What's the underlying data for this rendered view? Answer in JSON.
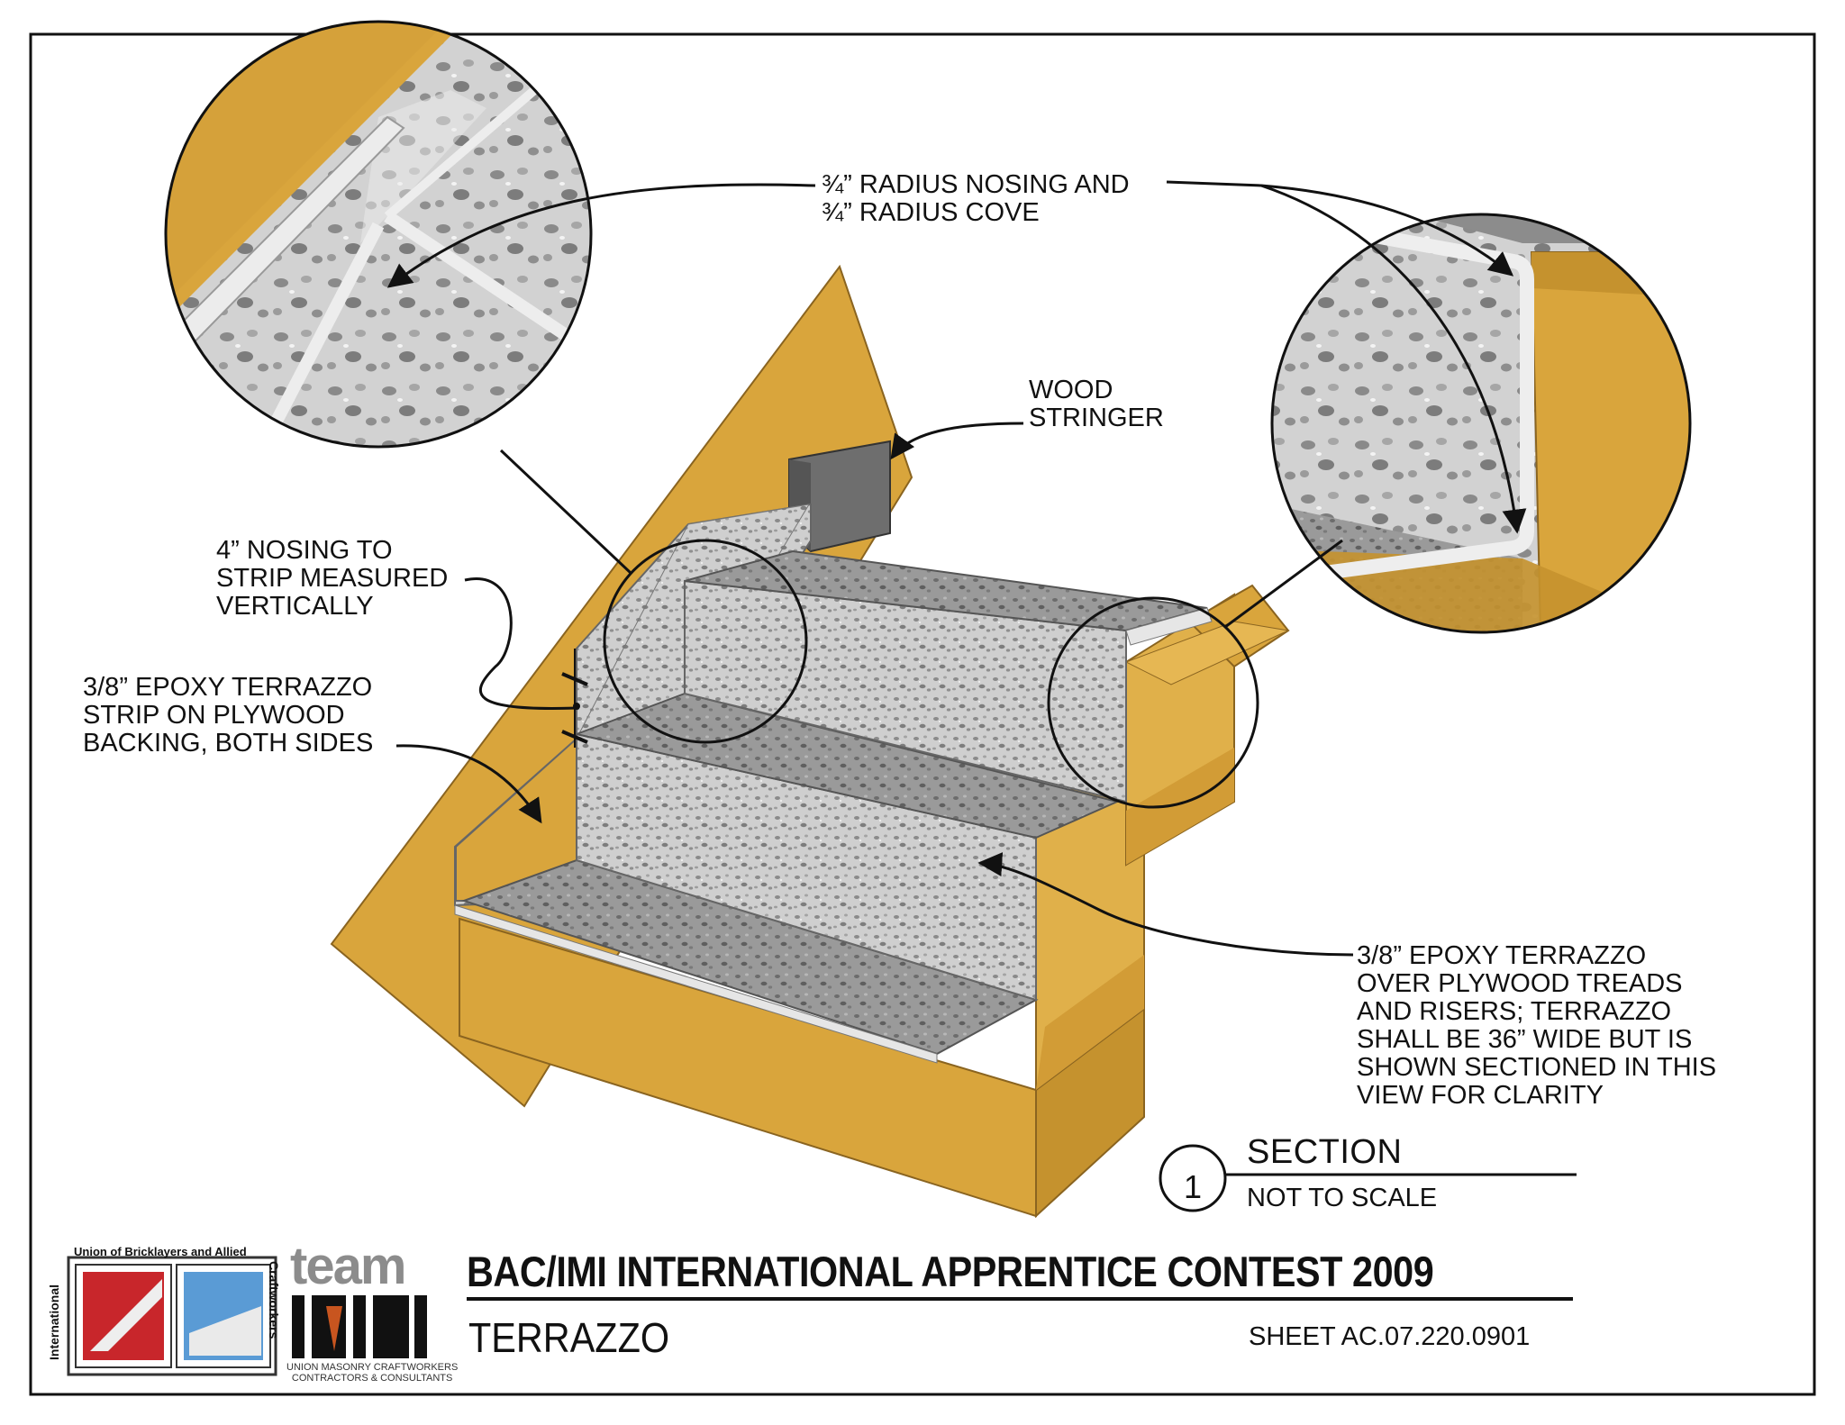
{
  "labels": {
    "nosing_cove": [
      "¾” RADIUS NOSING AND",
      "¾” RADIUS COVE"
    ],
    "wood_stringer": [
      "WOOD",
      "STRINGER"
    ],
    "nosing_strip": [
      "4” NOSING TO",
      "STRIP MEASURED",
      "VERTICALLY"
    ],
    "strip_backing": [
      "3/8” EPOXY TERRAZZO",
      "STRIP ON PLYWOOD",
      "BACKING, BOTH SIDES"
    ],
    "treads_risers": [
      "3/8” EPOXY TERRAZZO",
      "OVER PLYWOOD TREADS",
      "AND RISERS; TERRAZZO",
      "SHALL BE 36” WIDE BUT IS",
      "SHOWN SECTIONED IN THIS",
      "VIEW FOR CLARITY"
    ]
  },
  "section_tag": {
    "number": "1",
    "title": "SECTION",
    "scale": "NOT TO SCALE"
  },
  "title_block": {
    "title": "BAC/IMI INTERNATIONAL APPRENTICE CONTEST 2009",
    "subtitle": "TERRAZZO",
    "sheet": "SHEET AC.07.220.0901"
  },
  "logos": {
    "bac_top": "Union of Bricklayers and Allied",
    "bac_left": "International",
    "bac_right": "Craftworkers",
    "team_word": "team",
    "team_sub": [
      "UNION MASONRY CRAFTWORKERS",
      "CONTRACTORS & CONSULTANTS"
    ]
  },
  "colors": {
    "plywood": "#d9a53c",
    "plywood_dark": "#b98a2a",
    "terrazzo": "#c9c9c9",
    "terrazzo_tread": "#8f8f8f",
    "stringer": "#6e6e6e",
    "line": "#111111"
  }
}
